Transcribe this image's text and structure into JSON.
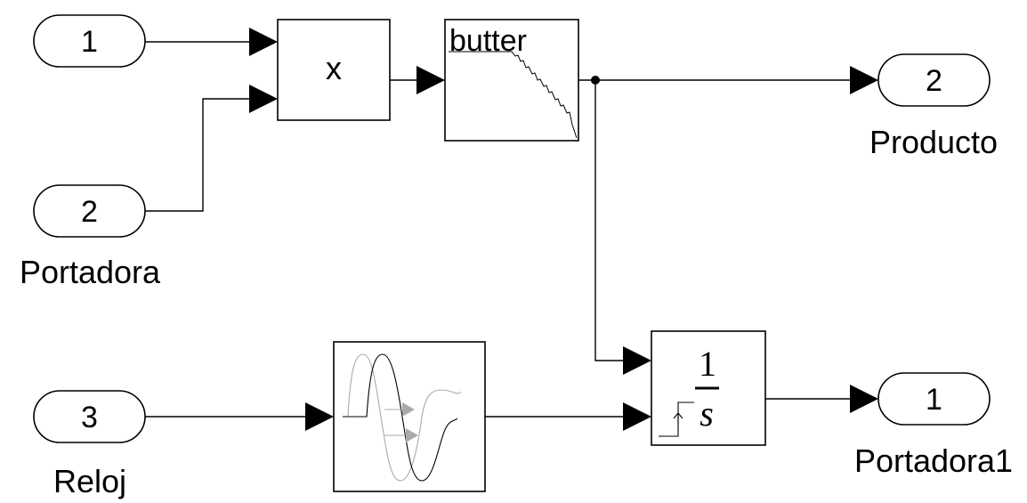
{
  "inports": [
    {
      "number": "1",
      "name": ""
    },
    {
      "number": "2",
      "name": "Portadora"
    },
    {
      "number": "3",
      "name": "Reloj"
    }
  ],
  "outports": [
    {
      "number": "2",
      "name": "Producto"
    },
    {
      "number": "1",
      "name": "Portadora1"
    }
  ],
  "blocks": {
    "product": {
      "label": "x"
    },
    "filter": {
      "label": "butter"
    },
    "integrator": {
      "numerator": "1",
      "denominator": "s"
    }
  }
}
